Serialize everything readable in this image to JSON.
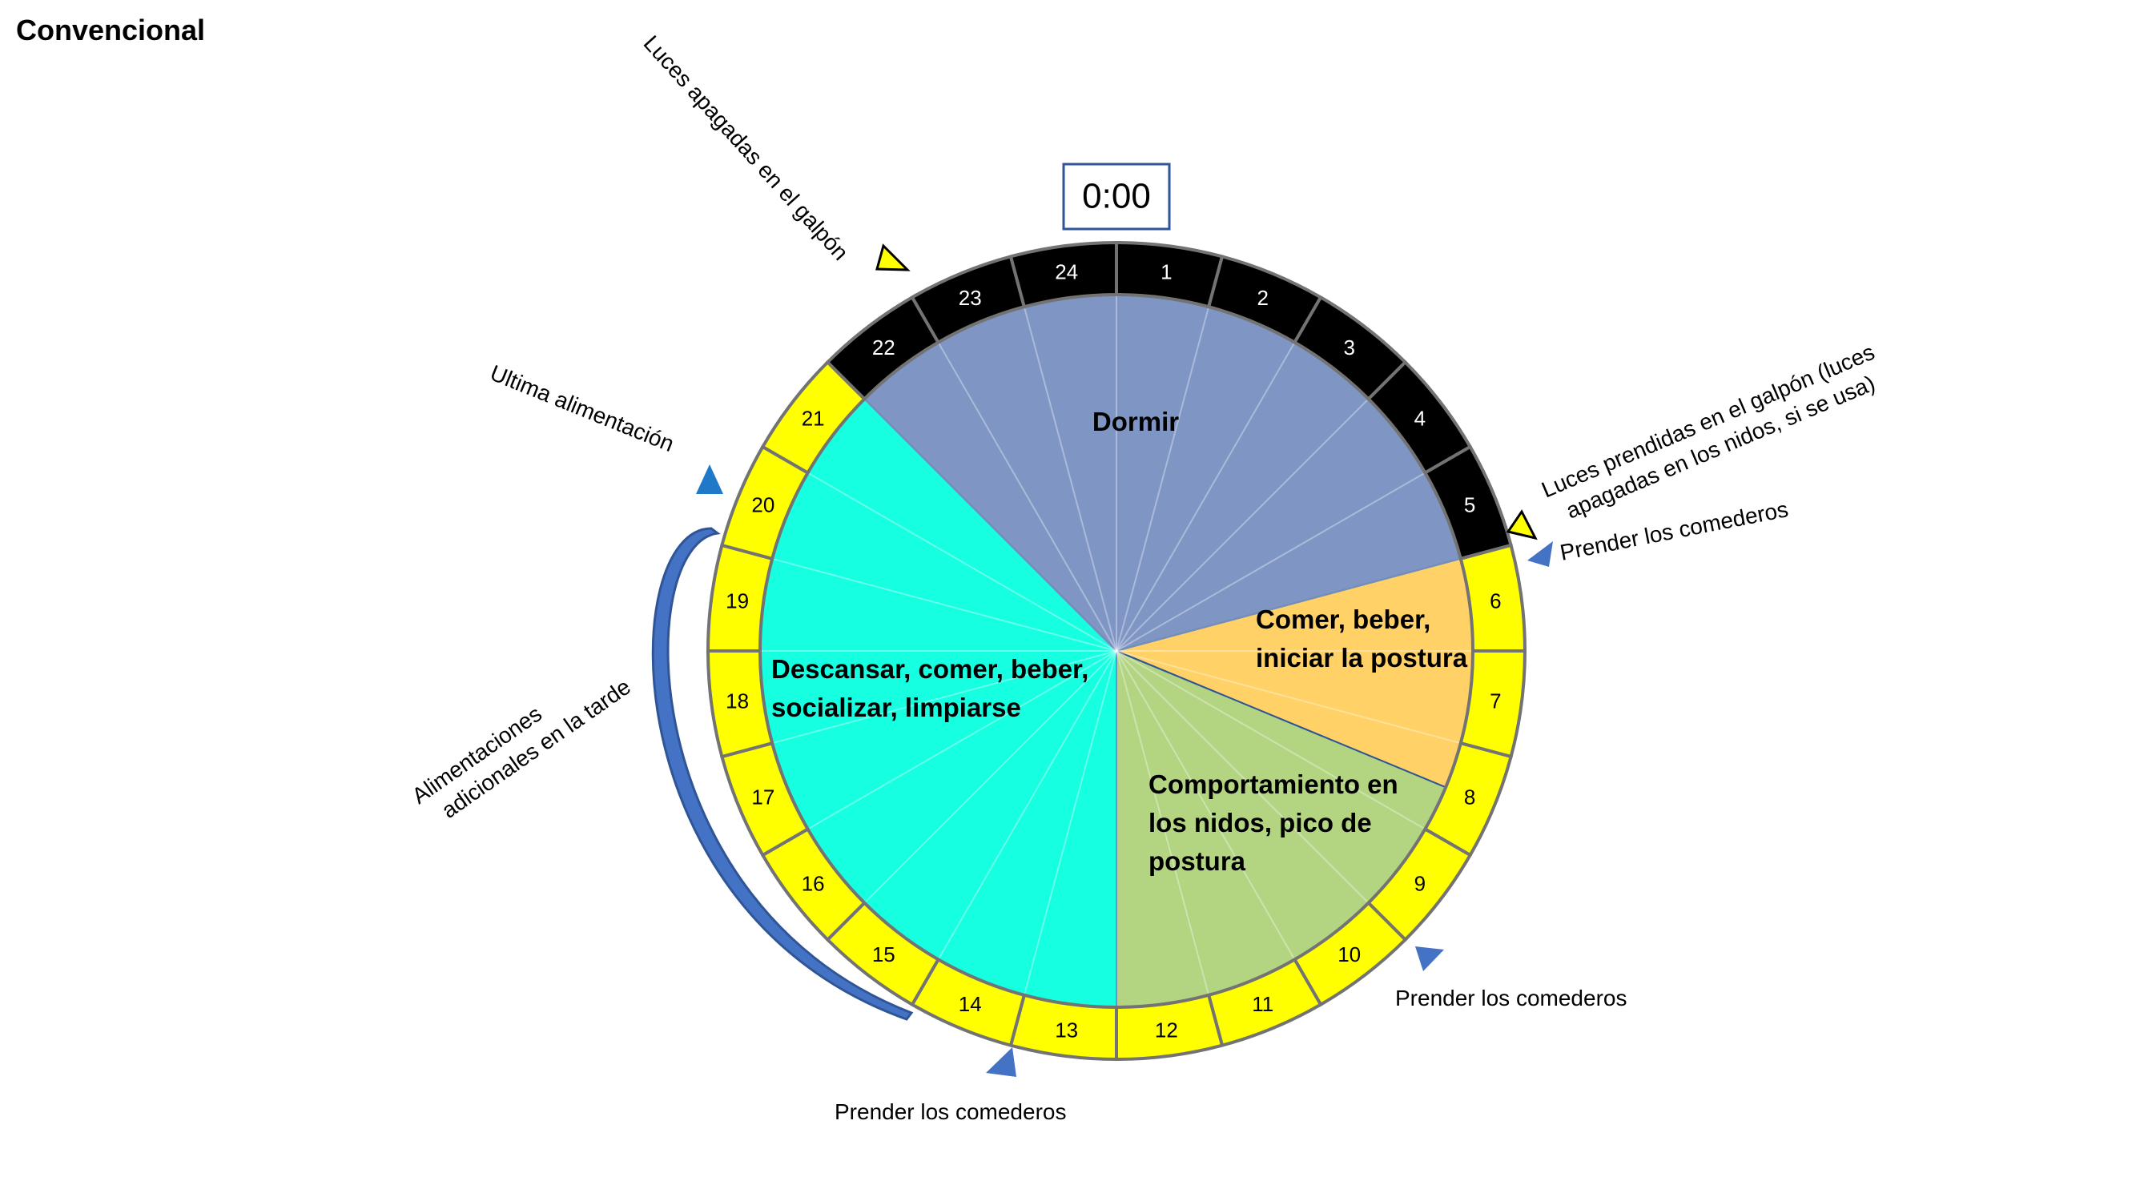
{
  "title": "Convencional",
  "clock_label": "0:00",
  "hours": [
    "1",
    "2",
    "3",
    "4",
    "5",
    "6",
    "7",
    "8",
    "9",
    "10",
    "11",
    "12",
    "13",
    "14",
    "15",
    "16",
    "17",
    "18",
    "19",
    "20",
    "21",
    "22",
    "23",
    "24"
  ],
  "activities": {
    "sleep": {
      "label": "Dormir",
      "color": "#7F96C4"
    },
    "eat_lay": {
      "lines": [
        "Comer, beber,",
        "iniciar la postura"
      ],
      "color": "#FFD166"
    },
    "nest": {
      "lines": [
        "Comportamiento en",
        "los nidos, pico de",
        "postura"
      ],
      "color": "#B3D582"
    },
    "rest": {
      "lines": [
        "Descansar, comer, beber,",
        "socializar, limpiarse"
      ],
      "color": "#16FFE1"
    }
  },
  "ring_colors": {
    "light": "#FFFF00",
    "dark": "#000000",
    "border": "#737373"
  },
  "annotations": {
    "lights_off": "Luces apagadas en el galpón",
    "lights_on": [
      "Luces prendidas en el galpón (luces",
      "apagadas en los nidos, si se usa)"
    ],
    "feeders_on_morning": "Prender los comederos",
    "last_feeding": "Ultima alimentación",
    "extra_feedings": [
      "Alimentaciones",
      "adicionales en la tarde"
    ],
    "feeders_on_mid": "Prender los comederos",
    "feeders_on_afternoon": "Prender los comederos"
  },
  "colors": {
    "warning_yellow": "#FFFF00",
    "marker_blue": "#4472C4",
    "bracket_blue": "#4472C4"
  },
  "icons": {
    "lights_marker": "warning-triangle-icon",
    "feeder_marker": "blue-triangle-icon"
  }
}
